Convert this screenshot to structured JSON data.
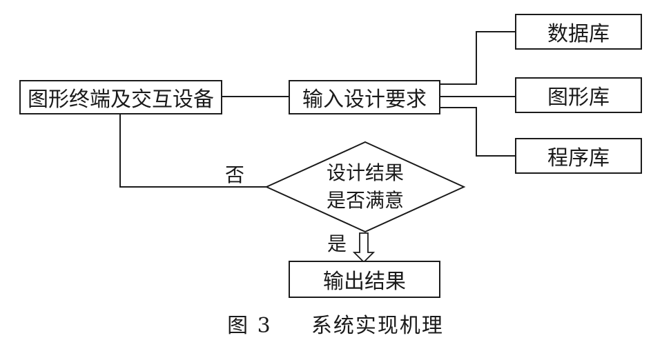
{
  "boxes": {
    "terminal": "图形终端及交互设备",
    "input": "输入设计要求",
    "database": "数据库",
    "graphics_lib": "图形库",
    "program_lib": "程序库",
    "output": "输出结果"
  },
  "decision": {
    "line1": "设计结果",
    "line2": "是否满意"
  },
  "labels": {
    "no": "否",
    "yes": "是"
  },
  "caption": {
    "number": "图 3",
    "title": "系统实现机理"
  }
}
